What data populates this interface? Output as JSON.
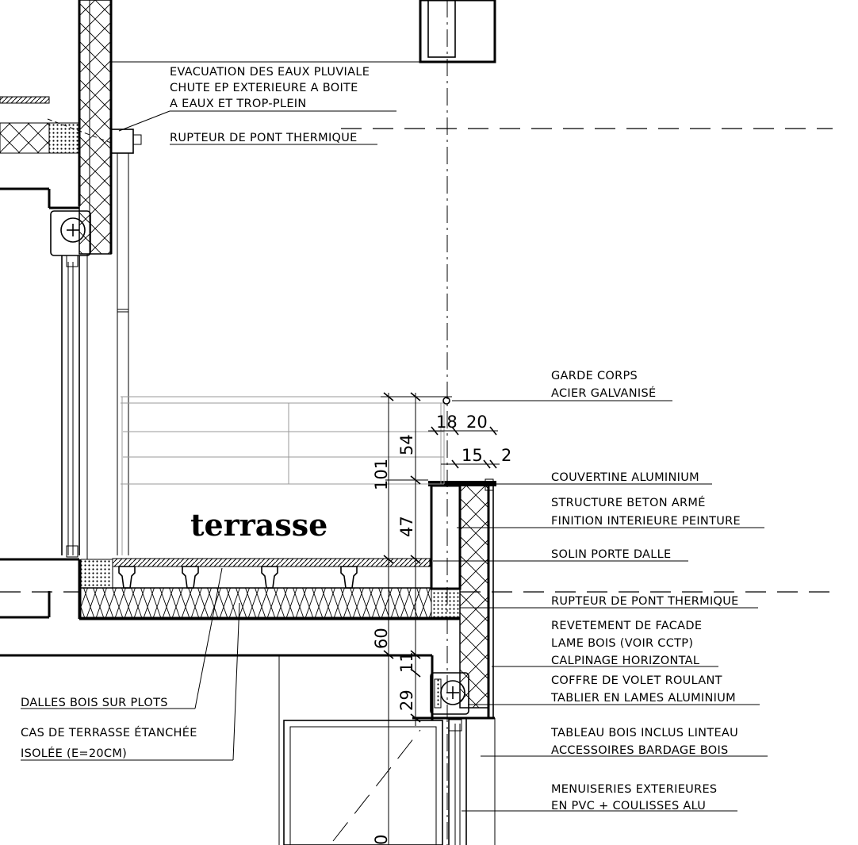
{
  "labels": {
    "evacuation": [
      "EVACUATION DES EAUX PLUVIALE",
      "CHUTE EP EXTERIEURE A BOITE",
      "A EAUX ET TROP-PLEIN"
    ],
    "rupteur_top": "RUPTEUR DE PONT THERMIQUE",
    "garde_corps": [
      "GARDE CORPS",
      "ACIER GALVANISÉ"
    ],
    "couvertine": "COUVERTINE ALUMINIUM",
    "structure": [
      "STRUCTURE BETON ARMÉ",
      "FINITION INTERIEURE PEINTURE"
    ],
    "solin": "SOLIN PORTE DALLE",
    "rupteur_bottom": "RUPTEUR DE PONT THERMIQUE",
    "revetement": [
      "REVETEMENT DE FACADE",
      "LAME BOIS (VOIR CCTP)",
      "CALPINAGE HORIZONTAL"
    ],
    "coffre": [
      "COFFRE DE VOLET ROULANT",
      "TABLIER EN LAMES ALUMINIUM"
    ],
    "tableau": [
      "TABLEAU BOIS INCLUS LINTEAU",
      "ACCESSOIRES BARDAGE BOIS"
    ],
    "menuiseries": [
      "MENUISERIES EXTERIEURES",
      "EN PVC + COULISSES ALU"
    ],
    "dalles": "DALLES BOIS SUR PLOTS",
    "cas_terrasse": [
      "CAS DE TERRASSE ÉTANCHÉE",
      "ISOLÉE (E=20CM)"
    ],
    "room": "terrasse"
  },
  "dimensions": {
    "d101": "101",
    "d54": "54",
    "d47": "47",
    "d18": "18",
    "d20": "20",
    "d15": "15",
    "d2": "2",
    "d60": "60",
    "d11": "11",
    "d29": "29",
    "d0": "0"
  }
}
